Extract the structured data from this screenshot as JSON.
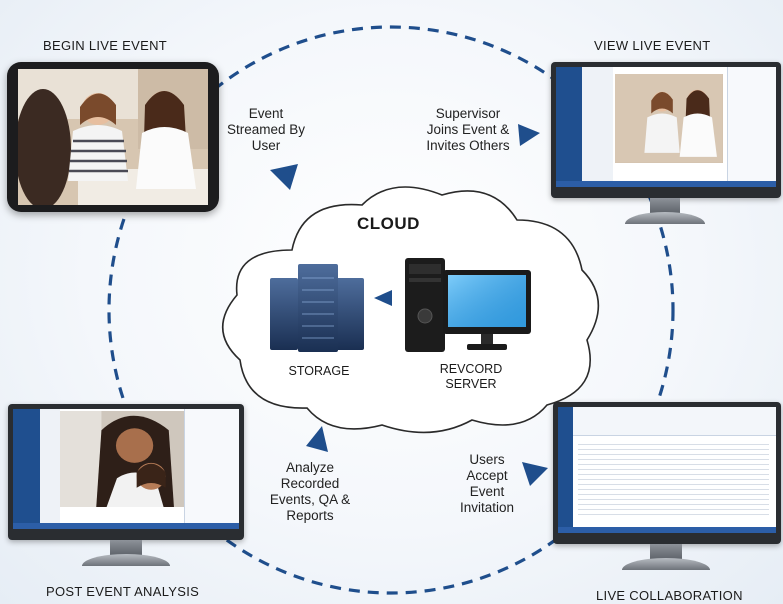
{
  "labels": {
    "begin": "BEGIN LIVE EVENT",
    "view": "VIEW LIVE EVENT",
    "post": "POST EVENT ANALYSIS",
    "collab": "LIVE COLLABORATION"
  },
  "steps": {
    "streamed": [
      "Event",
      "Streamed By",
      "User"
    ],
    "supervisor": [
      "Supervisor",
      "Joins Event &",
      "Invites Others"
    ],
    "accept": [
      "Users",
      "Accept",
      "Event",
      "Invitation"
    ],
    "analyze": [
      "Analyze",
      "Recorded",
      "Events, QA &",
      "Reports"
    ]
  },
  "cloud": {
    "title": "CLOUD",
    "storage": "STORAGE",
    "server": [
      "REVCORD",
      "SERVER"
    ]
  },
  "colors": {
    "dash": "#1f4e8c",
    "arrow": "#1f4e8c",
    "brand": "#1f4f8f"
  }
}
